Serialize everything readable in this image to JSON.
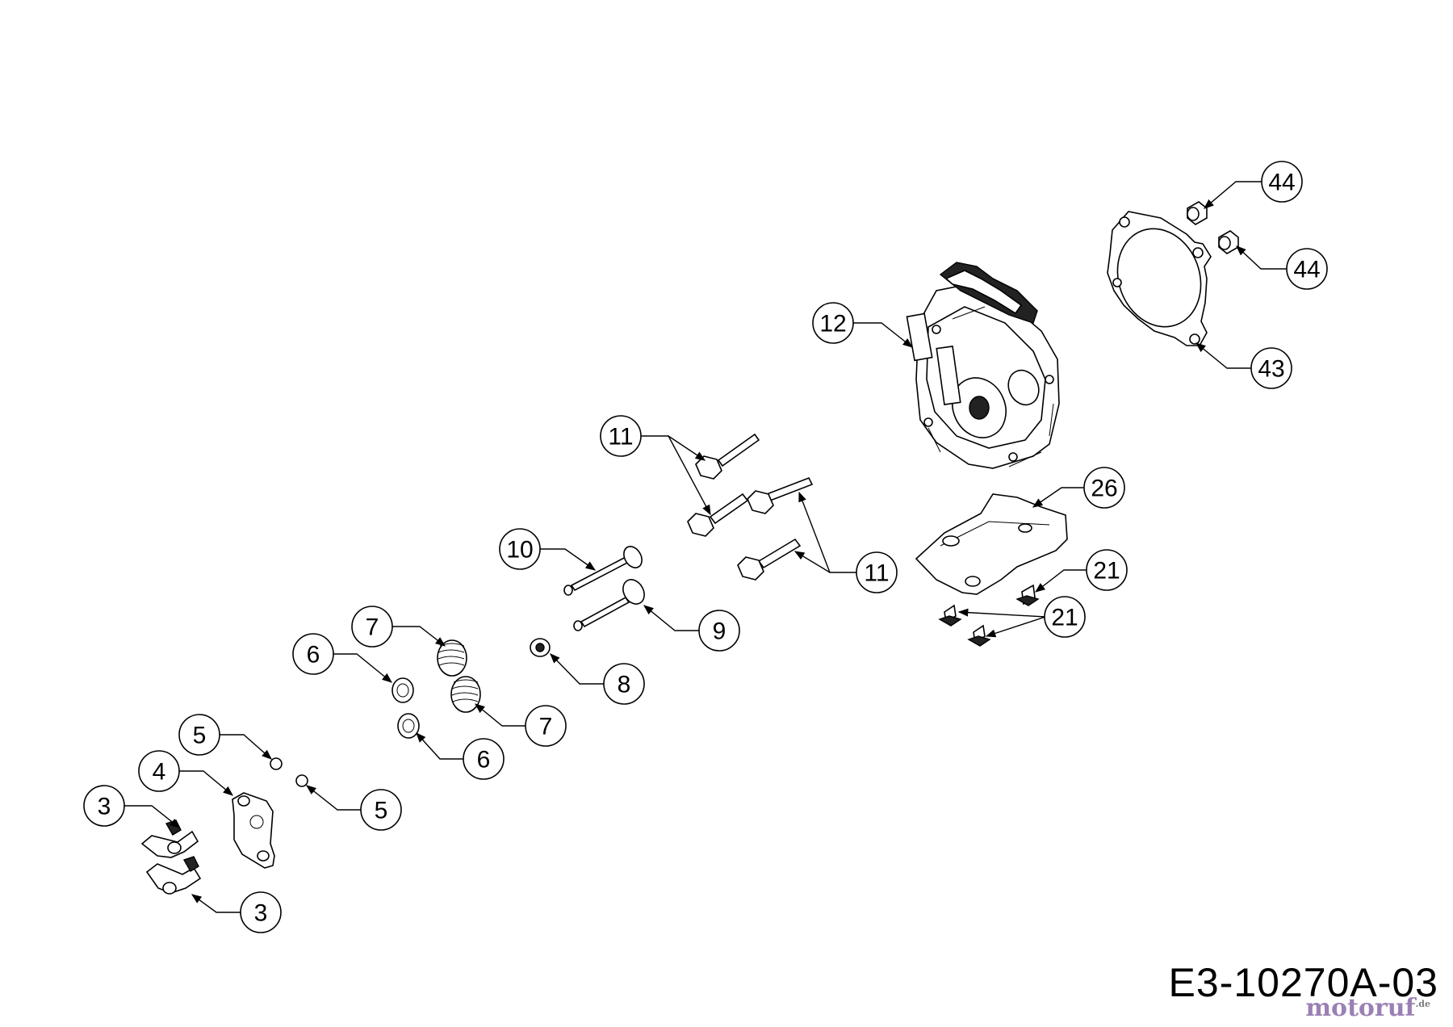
{
  "drawing_code": "E3-10270A-03",
  "watermark": {
    "text": "motoruf",
    "suffix": ".de"
  },
  "callouts": [
    {
      "id": "c44a",
      "label": "44"
    },
    {
      "id": "c44b",
      "label": "44"
    },
    {
      "id": "c12",
      "label": "12"
    },
    {
      "id": "c43",
      "label": "43"
    },
    {
      "id": "c11a",
      "label": "11"
    },
    {
      "id": "c26",
      "label": "26"
    },
    {
      "id": "c10",
      "label": "10"
    },
    {
      "id": "c11b",
      "label": "11"
    },
    {
      "id": "c21a",
      "label": "21"
    },
    {
      "id": "c21b",
      "label": "21"
    },
    {
      "id": "c7a",
      "label": "7"
    },
    {
      "id": "c9",
      "label": "9"
    },
    {
      "id": "c6a",
      "label": "6"
    },
    {
      "id": "c8",
      "label": "8"
    },
    {
      "id": "c7b",
      "label": "7"
    },
    {
      "id": "c5a",
      "label": "5"
    },
    {
      "id": "c6b",
      "label": "6"
    },
    {
      "id": "c4",
      "label": "4"
    },
    {
      "id": "c5b",
      "label": "5"
    },
    {
      "id": "c3a",
      "label": "3"
    },
    {
      "id": "c3b",
      "label": "3"
    }
  ]
}
